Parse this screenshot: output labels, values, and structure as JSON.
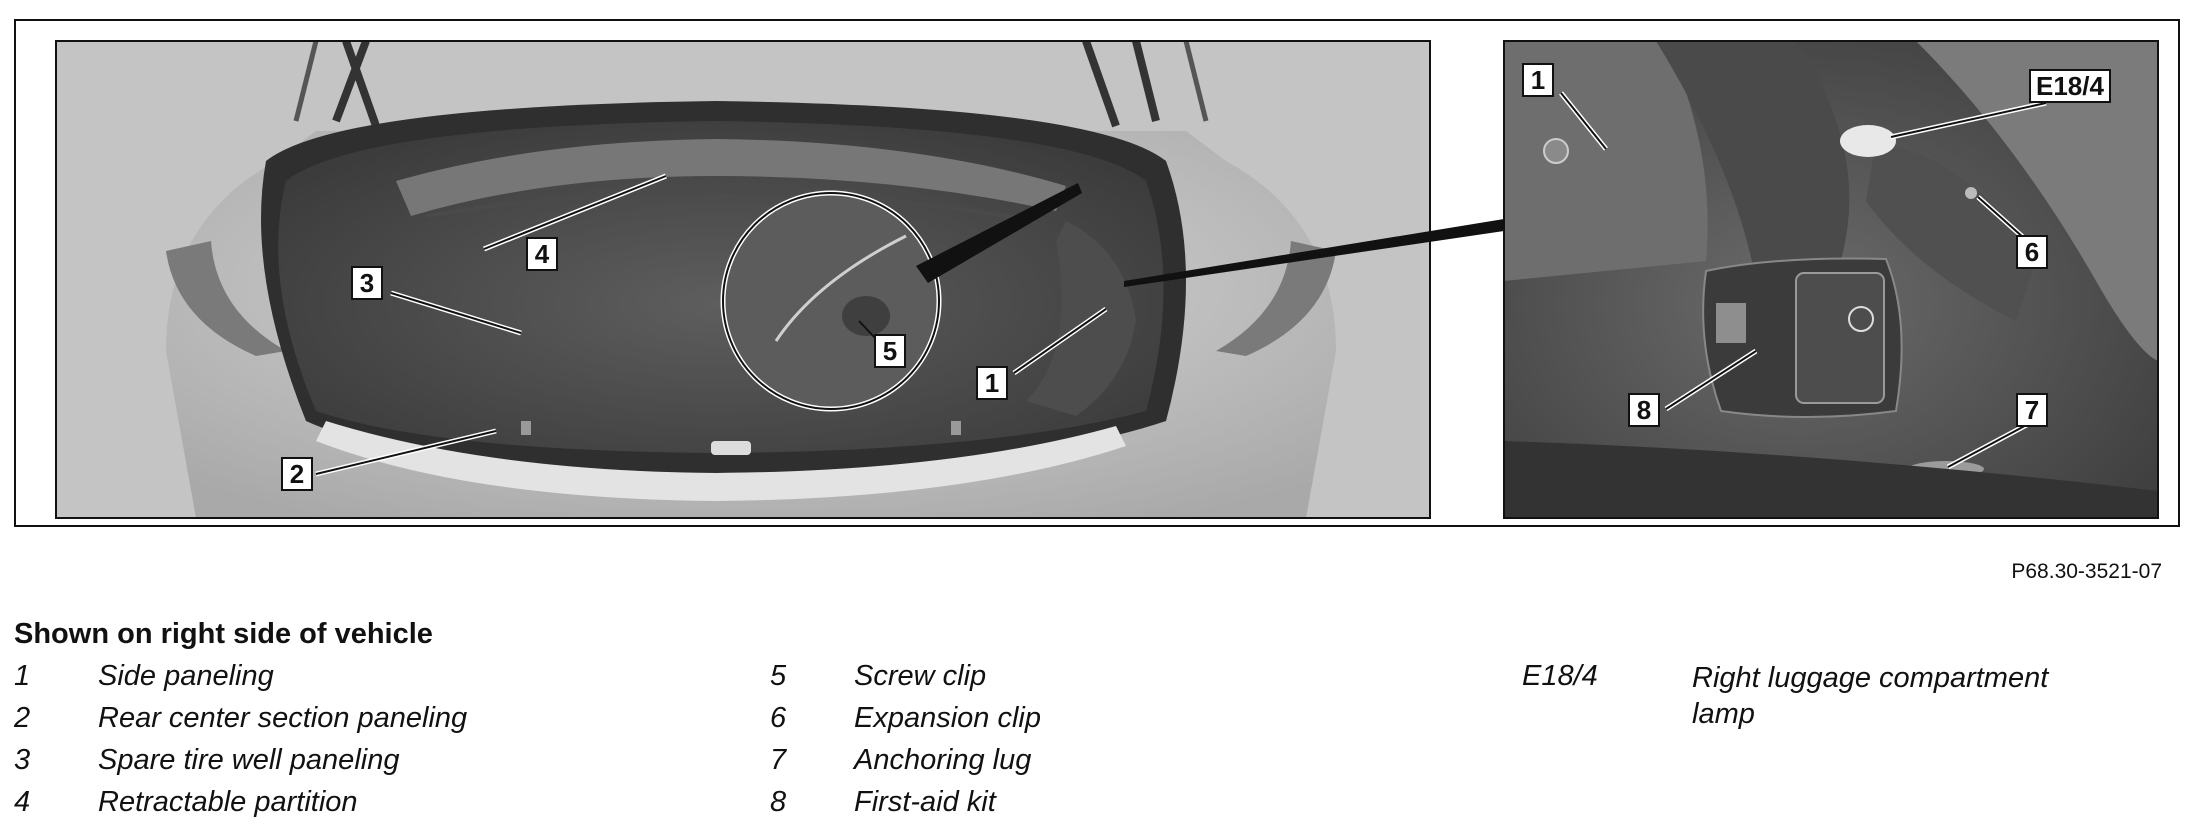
{
  "figure": {
    "id": "P68.30-3521-07",
    "callouts": [
      "1",
      "2",
      "3",
      "4",
      "5",
      "1",
      "E18/4",
      "6",
      "7",
      "8"
    ]
  },
  "caption": {
    "title": "Shown on right side of vehicle",
    "legend": [
      {
        "key": "1",
        "label": "Side paneling"
      },
      {
        "key": "2",
        "label": "Rear center section paneling"
      },
      {
        "key": "3",
        "label": "Spare tire well paneling"
      },
      {
        "key": "4",
        "label": "Retractable partition"
      },
      {
        "key": "5",
        "label": "Screw clip"
      },
      {
        "key": "6",
        "label": "Expansion clip"
      },
      {
        "key": "7",
        "label": "Anchoring lug"
      },
      {
        "key": "8",
        "label": "First-aid kit"
      },
      {
        "key": "E18/4",
        "label": "Right luggage compartment lamp"
      }
    ]
  }
}
